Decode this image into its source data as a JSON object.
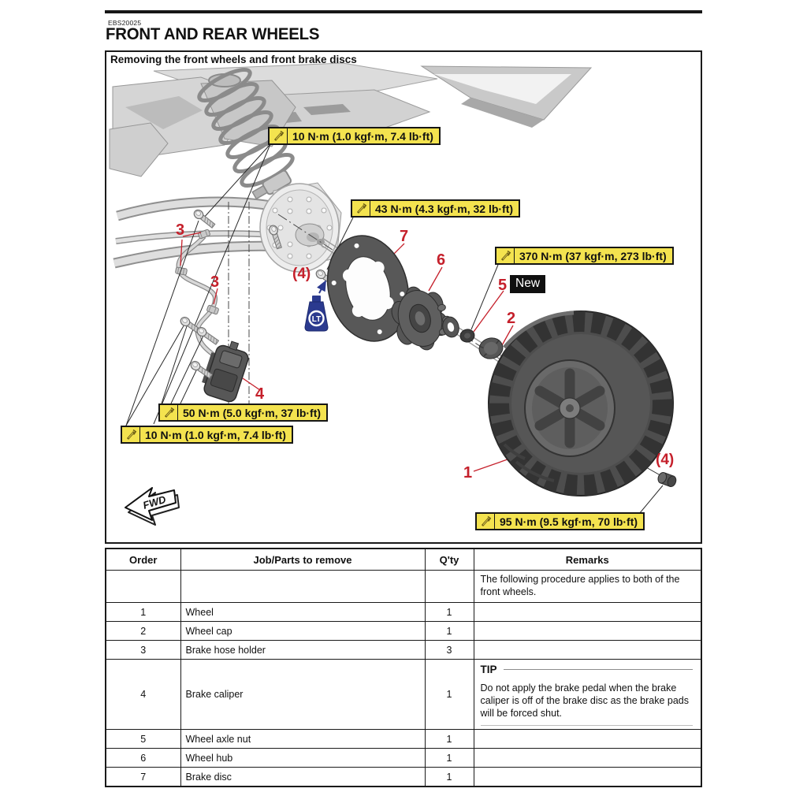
{
  "page": {
    "code": "EBS20025",
    "title": "FRONT AND REAR WHEELS"
  },
  "figure": {
    "caption": "Removing the front wheels and front brake discs",
    "callouts": {
      "shock_bolt": "10 N·m (1.0 kgf·m, 7.4 lb·ft)",
      "disc_bolt": "43 N·m (4.3 kgf·m, 32 lb·ft)",
      "axle_nut": "370 N·m (37 kgf·m, 273 lb·ft)",
      "caliper_bolt": "50 N·m (5.0 kgf·m, 37 lb·ft)",
      "hose_holder": "10 N·m (1.0 kgf·m, 7.4 lb·ft)",
      "wheel_nut": "95 N·m (9.5 kgf·m, 70 lb·ft)"
    },
    "labels": {
      "wheel": "1",
      "wheel_cap": "2",
      "hose_holder_a": "3",
      "hose_holder_b": "3",
      "caliper": "4",
      "axle_nut": "5",
      "hub": "6",
      "disc": "7",
      "disc_bolt_qty": "(4)",
      "wheel_nut_qty": "(4)",
      "new_badge": "New",
      "fwd": "FWD",
      "loctite": "LT"
    }
  },
  "table": {
    "headers": [
      "Order",
      "Job/Parts to remove",
      "Q'ty",
      "Remarks"
    ],
    "intro_remark": "The following procedure applies to both of the front wheels.",
    "tip_label": "TIP",
    "tip_text": "Do not apply the brake pedal when the brake caliper is off of the brake disc as the brake pads will be forced shut.",
    "rows": [
      {
        "order": "1",
        "job": "Wheel",
        "qty": "1",
        "remarks": ""
      },
      {
        "order": "2",
        "job": "Wheel cap",
        "qty": "1",
        "remarks": ""
      },
      {
        "order": "3",
        "job": "Brake hose holder",
        "qty": "3",
        "remarks": ""
      },
      {
        "order": "4",
        "job": "Brake caliper",
        "qty": "1",
        "remarks": ""
      },
      {
        "order": "5",
        "job": "Wheel axle nut",
        "qty": "1",
        "remarks": ""
      },
      {
        "order": "6",
        "job": "Wheel hub",
        "qty": "1",
        "remarks": ""
      },
      {
        "order": "7",
        "job": "Brake disc",
        "qty": "1",
        "remarks": ""
      }
    ]
  },
  "colors": {
    "accent_red": "#c5202b",
    "callout_yellow": "#f4e34f",
    "loctite_blue": "#2b3a8f"
  }
}
